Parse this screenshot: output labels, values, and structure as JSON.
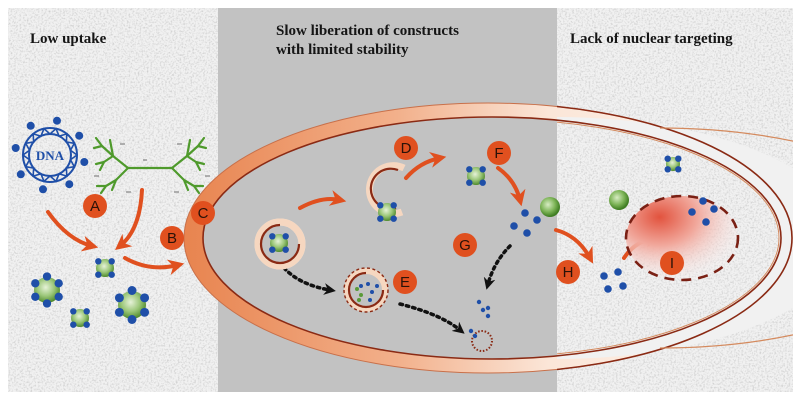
{
  "panels": {
    "left": {
      "title": "Low uptake"
    },
    "middle": {
      "title_line1": "Slow liberation of constructs",
      "title_line2": "with limited stability"
    },
    "right": {
      "title": "Lack of nuclear targeting"
    }
  },
  "molecules": {
    "dna_label": "DNA"
  },
  "step_labels": [
    "A",
    "B",
    "C",
    "D",
    "E",
    "F",
    "G",
    "H",
    "I"
  ],
  "colors": {
    "accent_orange": "#e0501f",
    "membrane_orange": "#e9895a",
    "membrane_dark": "#8a2a14",
    "dna_blue": "#1f4fa8",
    "polymer_green": "#5a9a38",
    "gray_panel": "#c2c2c2",
    "noise_panel": "#eeeeee"
  }
}
